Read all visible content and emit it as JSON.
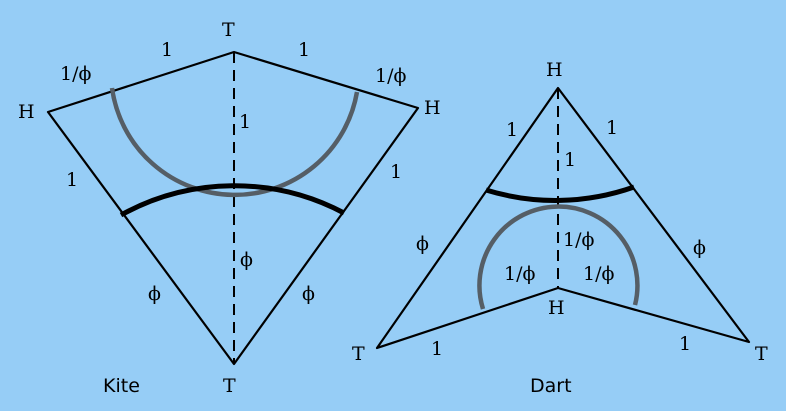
{
  "colors": {
    "background": "#96cdf6",
    "outline": "#000000",
    "arc_gray": "#555e66",
    "arc_black": "#000000"
  },
  "kite": {
    "caption": "Kite",
    "vertex_top": "T",
    "vertex_left": "H",
    "vertex_right": "H",
    "vertex_bottom": "T",
    "edge_top_left": "1",
    "edge_top_right": "1",
    "edge_short_left": "1/ϕ",
    "edge_short_right": "1/ϕ",
    "edge_mid_left": "1",
    "edge_mid_right": "1",
    "edge_lower_left": "ϕ",
    "edge_lower_right": "ϕ",
    "axis_upper": "1",
    "axis_lower": "ϕ"
  },
  "dart": {
    "caption": "Dart",
    "vertex_top": "H",
    "vertex_center": "H",
    "vertex_left": "T",
    "vertex_right": "T",
    "edge_upper_left": "1",
    "edge_upper_right": "1",
    "edge_lower_left": "ϕ",
    "edge_lower_right": "ϕ",
    "edge_bottom_left": "1",
    "edge_bottom_right": "1",
    "axis_upper": "1",
    "axis_lower": "1/ϕ",
    "inner_left": "1/ϕ",
    "inner_right": "1/ϕ"
  }
}
